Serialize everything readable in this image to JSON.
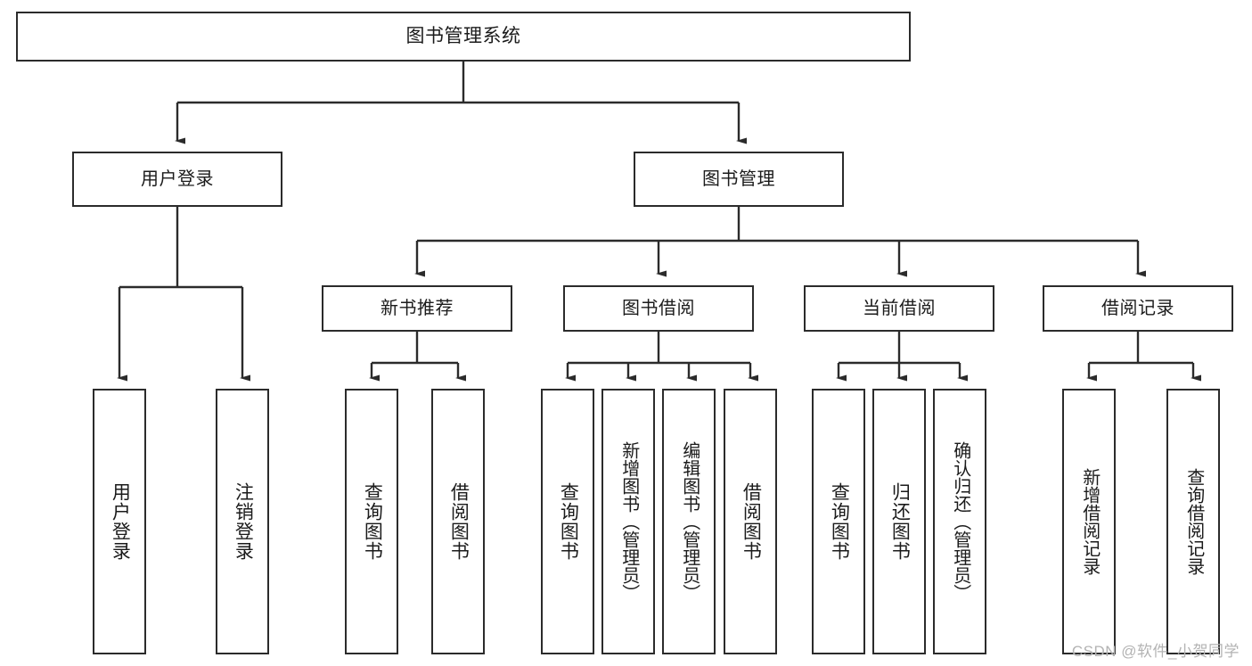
{
  "diagram": {
    "title": "图书管理系统",
    "type": "tree-hierarchy",
    "root": {
      "label": "图书管理系统"
    },
    "level2": [
      {
        "label": "用户登录"
      },
      {
        "label": "图书管理"
      }
    ],
    "level3": [
      {
        "label": "新书推荐"
      },
      {
        "label": "图书借阅"
      },
      {
        "label": "当前借阅"
      },
      {
        "label": "借阅记录"
      }
    ],
    "leaves": {
      "user_login": [
        {
          "label": "用户登录"
        },
        {
          "label": "注销登录"
        }
      ],
      "new_book_recommend": [
        {
          "label": "查询图书"
        },
        {
          "label": "借阅图书"
        }
      ],
      "book_borrow": [
        {
          "label": "查询图书"
        },
        {
          "label": "新增图书（管理员）"
        },
        {
          "label": "编辑图书（管理员）"
        },
        {
          "label": "借阅图书"
        }
      ],
      "current_borrow": [
        {
          "label": "查询图书"
        },
        {
          "label": "归还图书"
        },
        {
          "label": "确认归还（管理员）"
        }
      ],
      "borrow_record": [
        {
          "label": "新增借阅记录"
        },
        {
          "label": "查询借阅记录"
        }
      ]
    },
    "watermark": "CSDN @软件_小贺同学",
    "colors": {
      "stroke": "#2b2b2b",
      "fill": "#ffffff",
      "text": "#1b1b1b",
      "watermark": "#b3b3b3"
    }
  }
}
